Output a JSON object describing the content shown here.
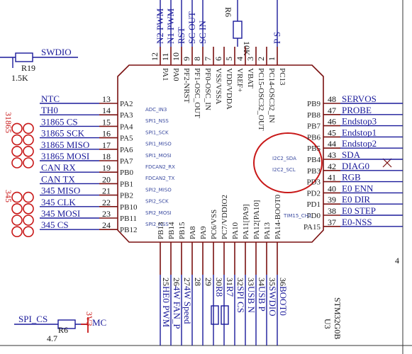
{
  "chip": {
    "ref": "U3",
    "part": "STM32G0B"
  },
  "left_pins": [
    {
      "num": "13",
      "name": "PA2",
      "net": "NTC",
      "alt": "ADC_IN3"
    },
    {
      "num": "14",
      "name": "PA3",
      "net": "TH0",
      "alt": "SPI1_NSS"
    },
    {
      "num": "15",
      "name": "PA4",
      "net": "31865_CS",
      "alt": "SPI1_SCK"
    },
    {
      "num": "16",
      "name": "PA5",
      "net": "31865_SCK",
      "alt": "SPI1_MISO"
    },
    {
      "num": "17",
      "name": "PA6",
      "net": "31865_MISO",
      "alt": "SPI1_MOSI"
    },
    {
      "num": "18",
      "name": "PA7",
      "net": "31865_MOSI",
      "alt": "FDCAN2_RX"
    },
    {
      "num": "19",
      "name": "PB0",
      "net": "CAN_RX",
      "alt": "FDCAN2_TX"
    },
    {
      "num": "20",
      "name": "PB1",
      "net": "CAN_TX",
      "alt": "SPI2_MISO"
    },
    {
      "num": "21",
      "name": "PB2",
      "net": "345_MISO",
      "alt": "SPI2_SCK"
    },
    {
      "num": "22",
      "name": "PB10",
      "net": "345_CLK",
      "alt": "SPI2_MOSI"
    },
    {
      "num": "23",
      "name": "PB11",
      "net": "345_MOSI",
      "alt": "SPI2_NSS"
    },
    {
      "num": "24",
      "name": "PB12",
      "net": "345_CS",
      "alt": ""
    }
  ],
  "right_pins": [
    {
      "num": "48",
      "name": "PB9",
      "net": "SERVOS"
    },
    {
      "num": "47",
      "name": "PB8",
      "net": "PROBE"
    },
    {
      "num": "46",
      "name": "PB7",
      "net": "Endstop3"
    },
    {
      "num": "45",
      "name": "PB6",
      "net": "Endstop1"
    },
    {
      "num": "44",
      "name": "PB5",
      "net": "Endstop2"
    },
    {
      "num": "43",
      "name": "PB4",
      "net": "SDA"
    },
    {
      "num": "42",
      "name": "PB3",
      "net": "DIAG0"
    },
    {
      "num": "41",
      "name": "PD3",
      "net": "RGB"
    },
    {
      "num": "40",
      "name": "PD2",
      "net": "E0_ENN"
    },
    {
      "num": "39",
      "name": "PD1",
      "net": "E0_DIR"
    },
    {
      "num": "38",
      "name": "PD0",
      "net": "E0_STEP"
    },
    {
      "num": "37",
      "name": "PA15",
      "net": "E0-NSS"
    }
  ],
  "right_alts": [
    "I2C2_SDA",
    "I2C2_SCL",
    "TIM15_CH1"
  ],
  "top_pins": [
    {
      "num": "12",
      "name": "PA1",
      "net": "N2_PWM"
    },
    {
      "num": "11",
      "name": "PA0",
      "net": "N1_PWM"
    },
    {
      "num": "10",
      "name": "PF2-NRST",
      "net": "RST"
    },
    {
      "num": "9",
      "name": "PF1-OSC_OUT",
      "net": "SC_OUT"
    },
    {
      "num": "8",
      "name": "PF0-OSC_IN",
      "net": "SC_IN"
    },
    {
      "num": "7",
      "name": "VSS/VSSA",
      "net": ""
    },
    {
      "num": "6",
      "name": "VDD/VDDA",
      "net": ""
    },
    {
      "num": "5",
      "name": "VREF+",
      "net": ""
    },
    {
      "num": "4",
      "name": "VBAT",
      "net": ""
    },
    {
      "num": "3",
      "name": "PC15-OSC32_OUT",
      "net": ""
    },
    {
      "num": "2",
      "name": "PC14-OSC32_IN",
      "net": ""
    },
    {
      "num": "1",
      "name": "PC13",
      "net": "P_S"
    }
  ],
  "bottom_pins": [
    {
      "num": "25",
      "name": "PB13",
      "net": "HE0_PWM"
    },
    {
      "num": "26",
      "name": "PB14",
      "net": "4W_FAN_P"
    },
    {
      "num": "27",
      "name": "PB15",
      "net": "4W_Speed"
    },
    {
      "num": "28",
      "name": "PA8",
      "net": ""
    },
    {
      "num": "29",
      "name": "PA9",
      "net": ""
    },
    {
      "num": "30",
      "name": "PC6/VSS",
      "net": "R8"
    },
    {
      "num": "31",
      "name": "PC7/VDDIO2",
      "net": "R7"
    },
    {
      "num": "32",
      "name": "PA10",
      "net": "SPI_CS"
    },
    {
      "num": "33",
      "name": "PA11[PA9]",
      "net": "USB_N"
    },
    {
      "num": "34",
      "name": "PA12[PA10]",
      "net": "USB_P"
    },
    {
      "num": "35",
      "name": "PA13",
      "net": "SWDIO"
    },
    {
      "num": "36",
      "name": "PA14-BOOT0",
      "net": "BOOT0"
    }
  ],
  "misc": {
    "swdio": "SWDIO",
    "r19": "R19",
    "r19_val": "1.5K",
    "r6": "R6",
    "r6_val": "10K",
    "spi_cs": "SPI_CS",
    "r6b": "R6",
    "r6b_val": "4.7",
    "v33": "3V3",
    "mc": "MC",
    "sheet_num": "4",
    "left_group1": "31865",
    "left_group2": "345"
  }
}
